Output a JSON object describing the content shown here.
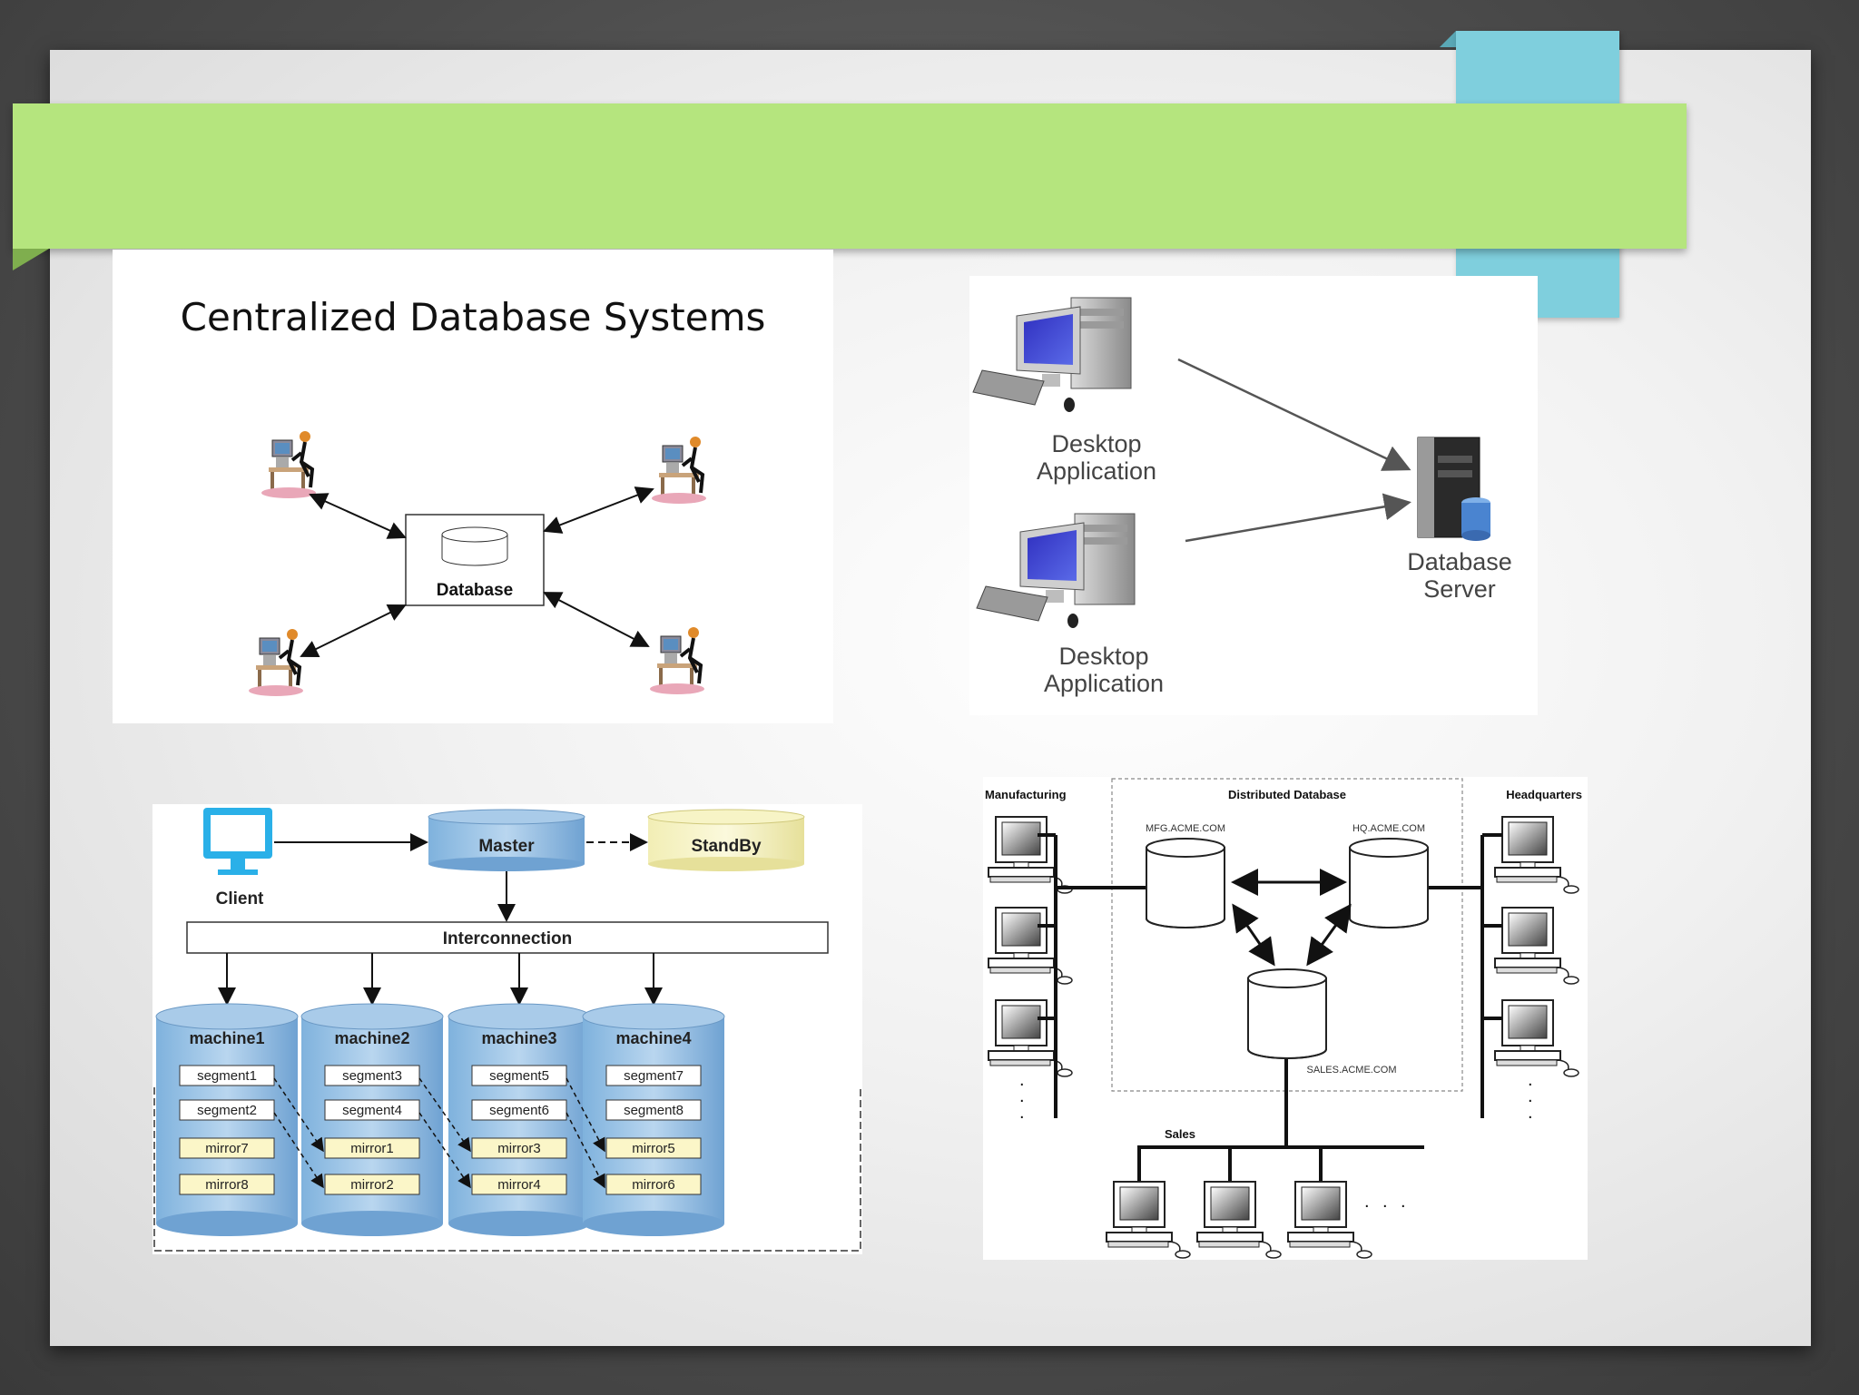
{
  "diagram1": {
    "title": "Centralized Database Systems",
    "center_label": "Database"
  },
  "diagram2": {
    "client_top_label": [
      "Desktop",
      "Application"
    ],
    "client_bottom_label": [
      "Desktop",
      "Application"
    ],
    "server_label": [
      "Database",
      "Server"
    ]
  },
  "diagram3": {
    "client_label": "Client",
    "master_label": "Master",
    "standby_label": "StandBy",
    "interconnect_label": "Interconnection",
    "machines": [
      {
        "name": "machine1",
        "items": [
          "segment1",
          "segment2",
          "mirror7",
          "mirror8"
        ]
      },
      {
        "name": "machine2",
        "items": [
          "segment3",
          "segment4",
          "mirror1",
          "mirror2"
        ]
      },
      {
        "name": "machine3",
        "items": [
          "segment5",
          "segment6",
          "mirror3",
          "mirror4"
        ]
      },
      {
        "name": "machine4",
        "items": [
          "segment7",
          "segment8",
          "mirror5",
          "mirror6"
        ]
      }
    ]
  },
  "diagram4": {
    "left_group": "Manufacturing",
    "center_group": "Distributed Database",
    "right_group": "Headquarters",
    "bottom_group": "Sales",
    "db_mfg": "MFG.ACME.COM",
    "db_hq": "HQ.ACME.COM",
    "db_sales": "SALES.ACME.COM"
  }
}
